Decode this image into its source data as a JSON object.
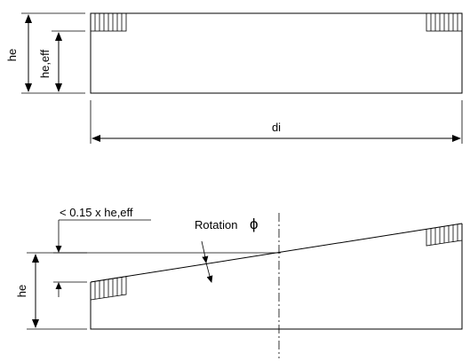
{
  "top_figure": {
    "label_he": "he",
    "label_he_eff": "he,eff",
    "label_di": "di"
  },
  "bottom_figure": {
    "label_limit": "< 0.15 x he,eff",
    "label_rotation": "Rotation",
    "label_phi": "ϕ",
    "label_he": "he"
  }
}
